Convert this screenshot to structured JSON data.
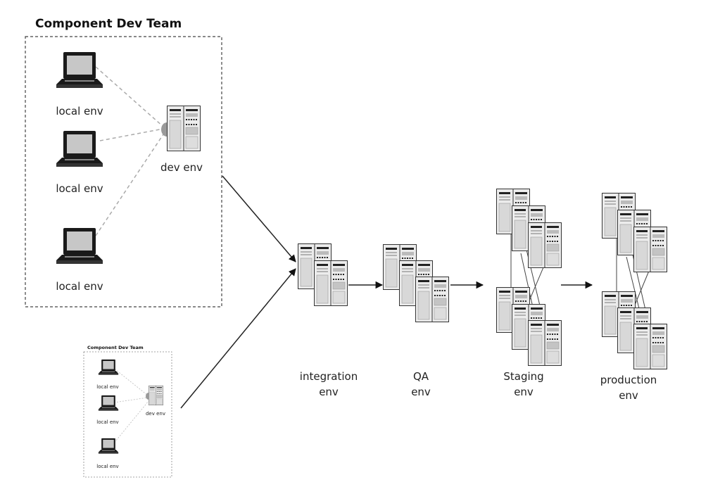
{
  "main_team": {
    "title": "Component Dev Team",
    "local_labels": [
      "local env",
      "local env",
      "local env"
    ],
    "dev_label": "dev env"
  },
  "mini_team": {
    "title": "Component Dev Team",
    "local_labels": [
      "local env",
      "local env",
      "local env"
    ],
    "dev_label": "dev env"
  },
  "stages": [
    {
      "lines": [
        "integration",
        "env"
      ]
    },
    {
      "lines": [
        "QA",
        "env"
      ]
    },
    {
      "lines": [
        "Staging",
        "env"
      ]
    },
    {
      "lines": [
        "production",
        "env"
      ]
    }
  ],
  "icons": {
    "laptop": "laptop-icon",
    "server": "server-tower-icon"
  }
}
